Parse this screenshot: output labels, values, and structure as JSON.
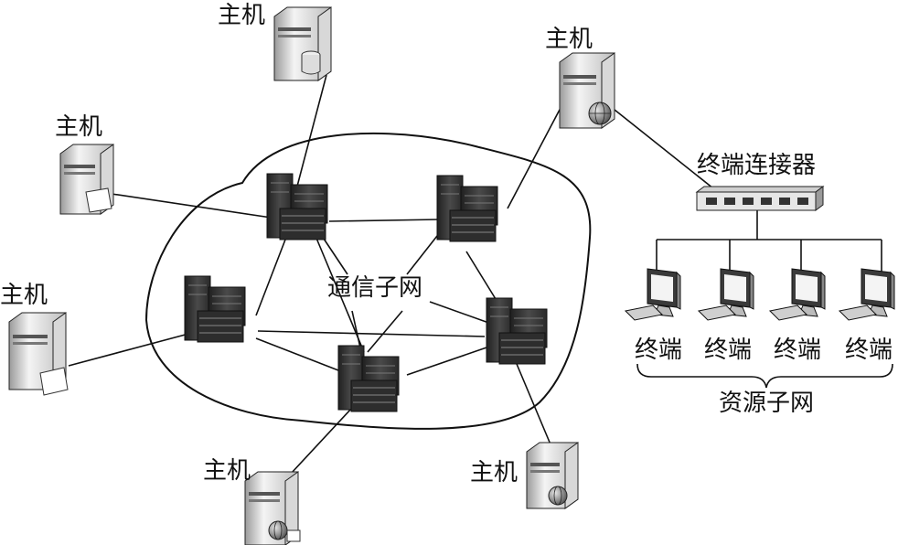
{
  "hosts": [
    {
      "label": "主机",
      "icon": "host-db-icon"
    },
    {
      "label": "主机",
      "icon": "host-globe-icon"
    },
    {
      "label": "主机",
      "icon": "host-doc-icon"
    },
    {
      "label": "主机",
      "icon": "host-doc-icon"
    },
    {
      "label": "主机",
      "icon": "host-globe-icon"
    },
    {
      "label": "主机",
      "icon": "host-globe-doc-icon"
    }
  ],
  "communication_subnet": {
    "label": "通信子网"
  },
  "terminal_connector": {
    "label": "终端连接器"
  },
  "terminals": [
    {
      "label": "终端"
    },
    {
      "label": "终端"
    },
    {
      "label": "终端"
    },
    {
      "label": "终端"
    }
  ],
  "resource_subnet": {
    "label": "资源子网"
  },
  "colors": {
    "line": "#111111",
    "device_dark": "#3a3a3a",
    "device_light": "#f2f2f2"
  }
}
